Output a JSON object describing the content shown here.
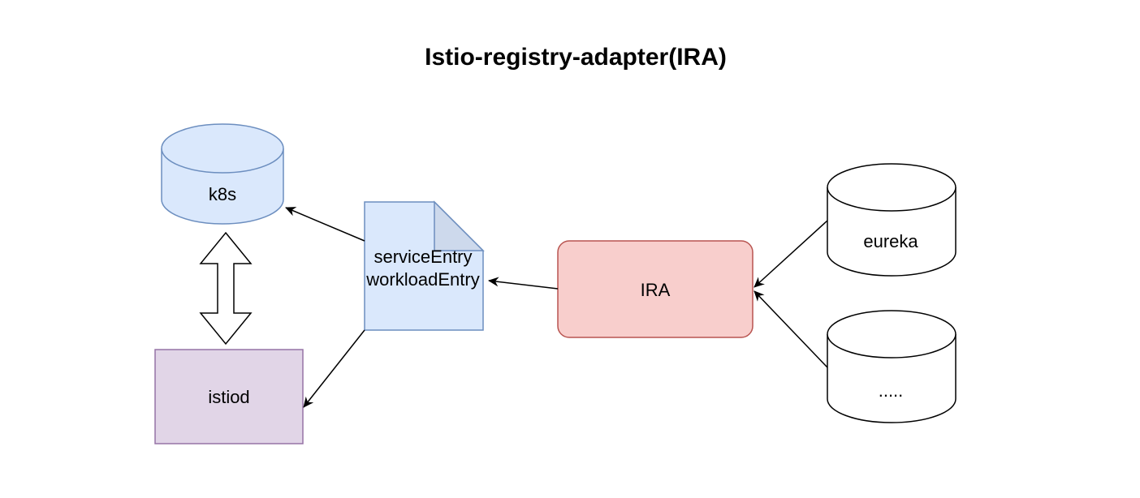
{
  "title": "Istio-registry-adapter(IRA)",
  "nodes": {
    "k8s": {
      "label": "k8s",
      "shape": "cylinder",
      "fill": "#dae8fc",
      "stroke": "#6c8ebf"
    },
    "istiod": {
      "label": "istiod",
      "shape": "rectangle",
      "fill": "#e1d5e7",
      "stroke": "#9673a6"
    },
    "entry_doc": {
      "lines": [
        "serviceEntry",
        "workloadEntry"
      ],
      "shape": "document",
      "fill": "#dae8fc",
      "stroke": "#6c8ebf",
      "fold_fill": "#cdd9ec"
    },
    "ira": {
      "label": "IRA",
      "shape": "rounded-rectangle",
      "fill": "#f8cecc",
      "stroke": "#b85450"
    },
    "eureka": {
      "label": "eureka",
      "shape": "cylinder",
      "fill": "#ffffff",
      "stroke": "#000000"
    },
    "other_registry": {
      "label": ".....",
      "shape": "cylinder",
      "fill": "#ffffff",
      "stroke": "#000000"
    }
  },
  "edges": [
    {
      "from": "entry_doc",
      "to": "k8s",
      "style": "arrow"
    },
    {
      "from": "entry_doc",
      "to": "istiod",
      "style": "arrow"
    },
    {
      "from": "ira",
      "to": "entry_doc",
      "style": "arrow"
    },
    {
      "from": "eureka",
      "to": "ira",
      "style": "arrow"
    },
    {
      "from": "other_registry",
      "to": "ira",
      "style": "arrow"
    },
    {
      "from": "k8s",
      "to": "istiod",
      "style": "double-block-arrow"
    }
  ]
}
